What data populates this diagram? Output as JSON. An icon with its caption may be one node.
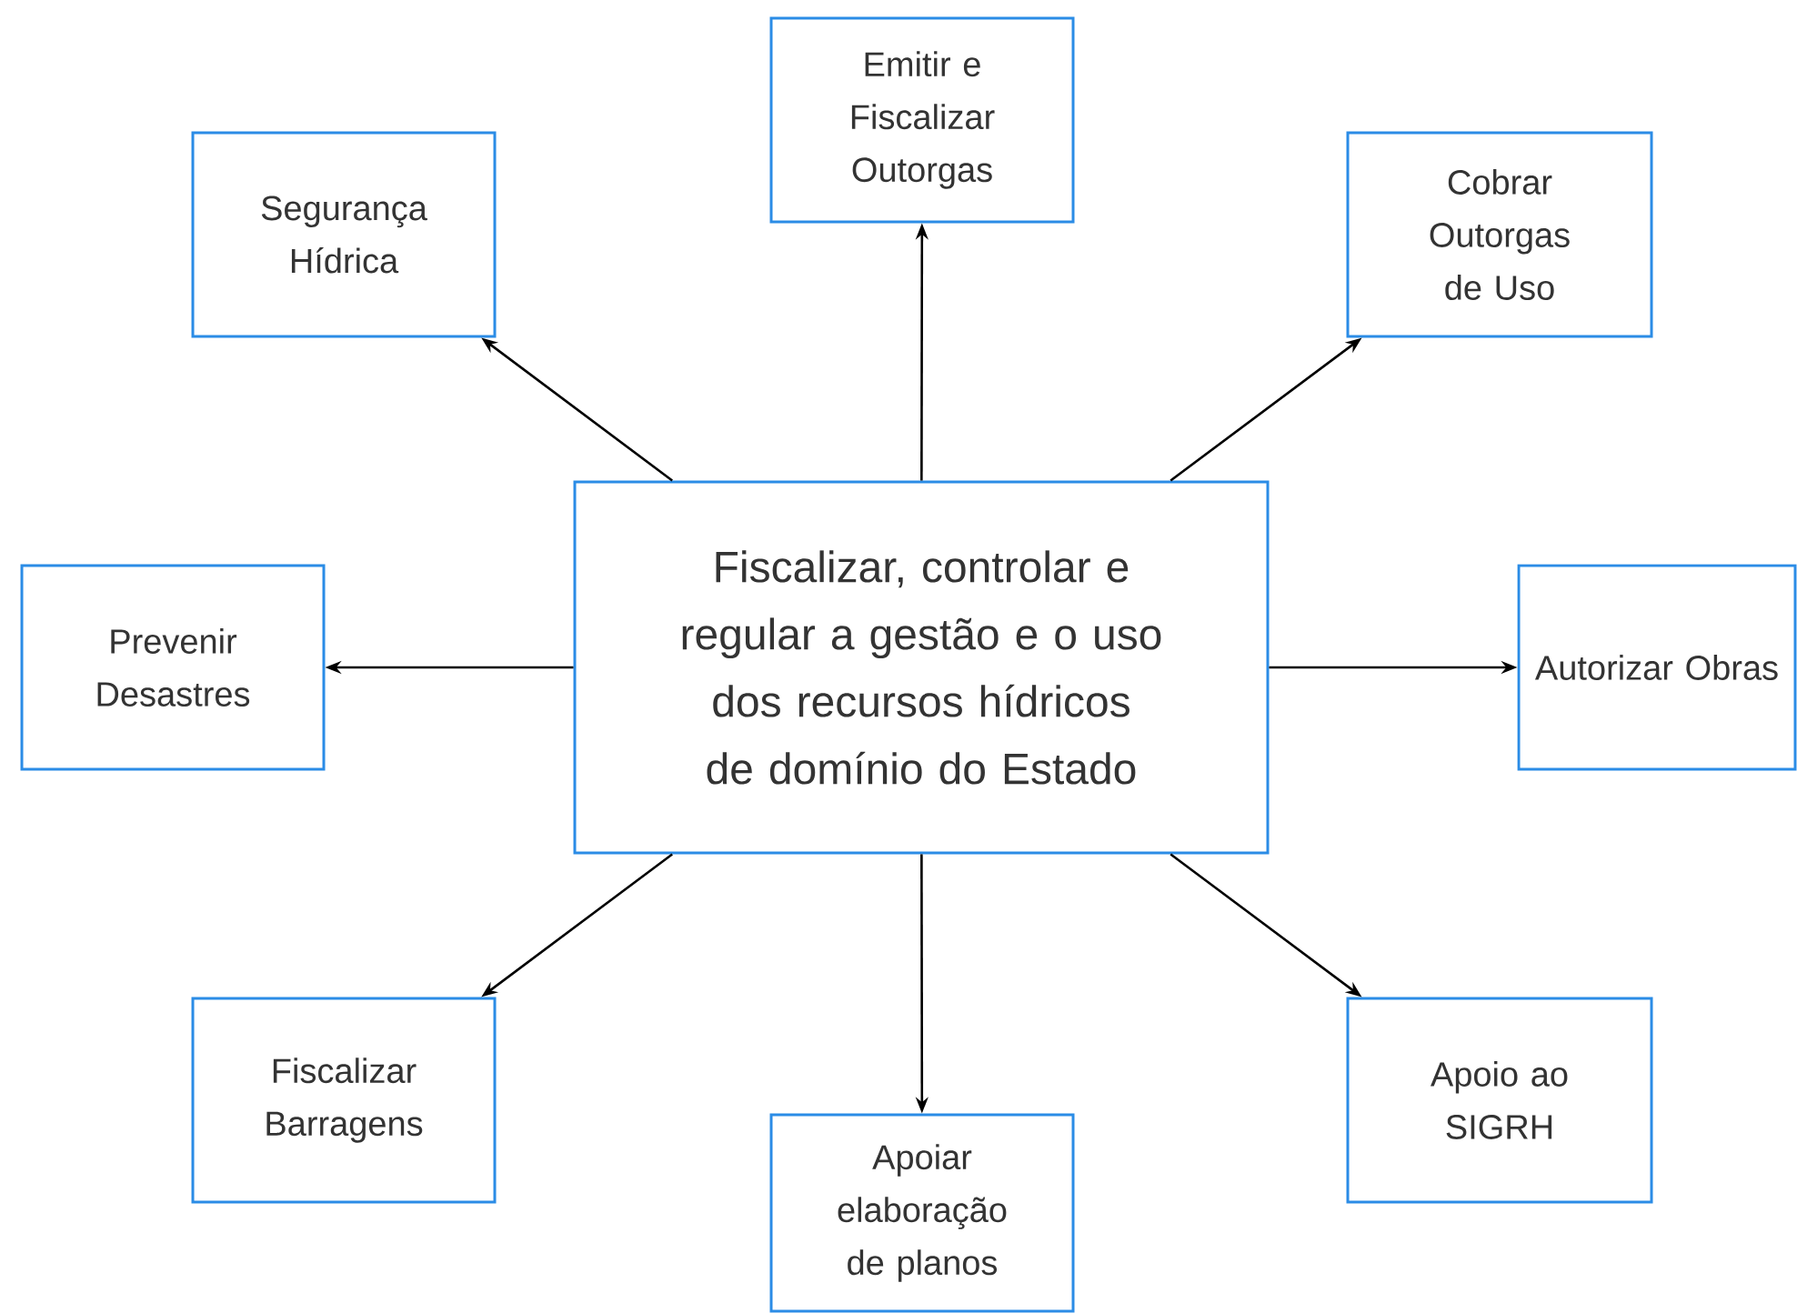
{
  "diagram": {
    "nodes": [
      {
        "text": [
          "Emitir e Fiscalizar Outorgas"
        ]
      },
      {
        "text": [
          "Segurança Hídrica"
        ]
      },
      {
        "text": [
          "Cobrar Outorgas de Uso"
        ]
      },
      {
        "text": [
          "Fiscalizar, controlar e regular a gestão e o uso dos recursos hídricos de domínio do Estado"
        ]
      },
      {
        "text": [
          "Prevenir Desastres"
        ]
      },
      {
        "text": [
          "Autorizar Obras"
        ]
      },
      {
        "text": [
          "Fiscalizar Barragens"
        ]
      },
      {
        "text": [
          "Apoio ao SIGRH"
        ]
      },
      {
        "text": [
          "Apoiar elaboração de planos"
        ]
      }
    ],
    "edges": [
      {
        "from": 3,
        "to": 0,
        "arrow": "to"
      },
      {
        "from": 3,
        "to": 1,
        "arrow": "to"
      },
      {
        "from": 3,
        "to": 2,
        "arrow": "to"
      },
      {
        "from": 3,
        "to": 4,
        "arrow": "to"
      },
      {
        "from": 3,
        "to": 5,
        "arrow": "to"
      },
      {
        "from": 3,
        "to": 6,
        "arrow": "to"
      },
      {
        "from": 3,
        "to": 7,
        "arrow": "to"
      },
      {
        "from": 3,
        "to": 8,
        "arrow": "to"
      }
    ]
  }
}
